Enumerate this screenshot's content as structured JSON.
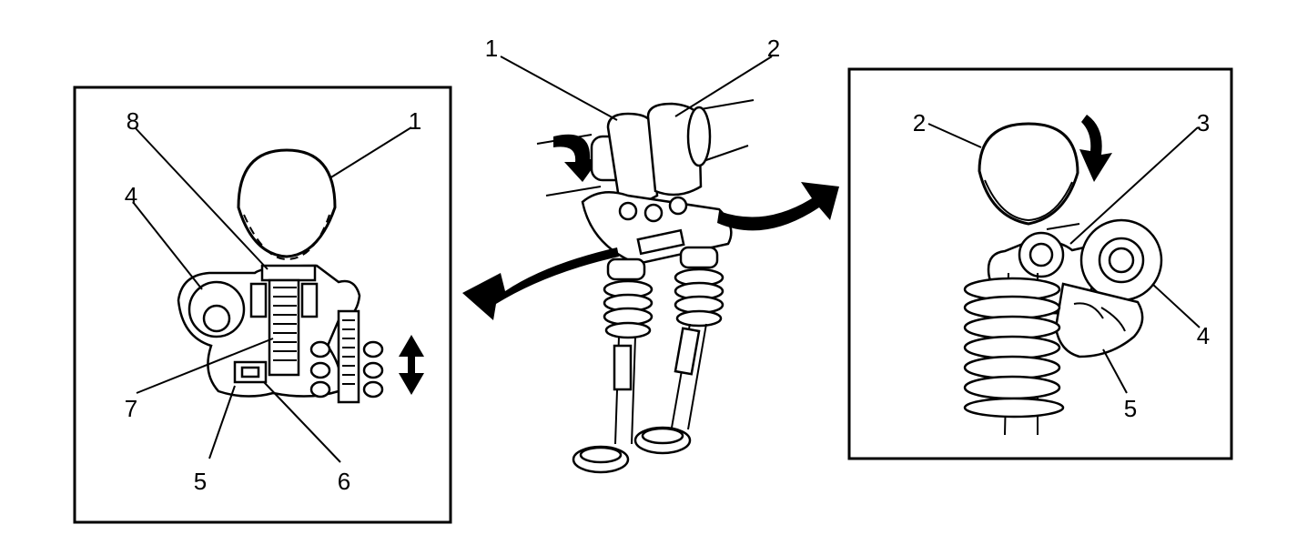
{
  "colors": {
    "line": "#000000",
    "background": "#ffffff"
  },
  "center": {
    "callouts": [
      "1",
      "2"
    ]
  },
  "left_panel": {
    "callouts": [
      "8",
      "1",
      "4",
      "7",
      "5",
      "6"
    ]
  },
  "right_panel": {
    "callouts": [
      "2",
      "3",
      "4",
      "5"
    ]
  }
}
